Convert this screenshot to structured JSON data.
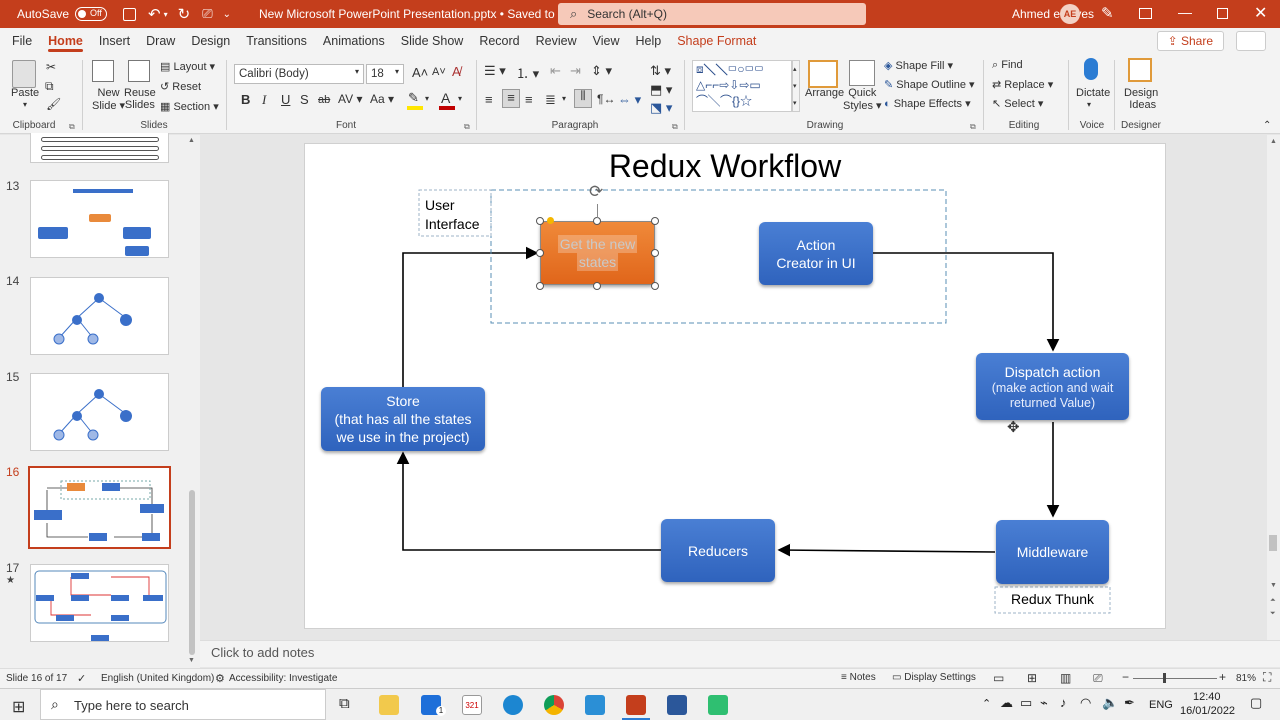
{
  "titlebar": {
    "autosave": "AutoSave",
    "toggle": "Off",
    "doc_title": "New Microsoft PowerPoint Presentation.pptx • Saved to this PC",
    "search_placeholder": "Search (Alt+Q)",
    "user": "Ahmed elsayes",
    "initials": "AE"
  },
  "menu": {
    "tabs": [
      "File",
      "Home",
      "Insert",
      "Draw",
      "Design",
      "Transitions",
      "Animations",
      "Slide Show",
      "Record",
      "Review",
      "View",
      "Help",
      "Shape Format"
    ],
    "share": "Share"
  },
  "ribbon": {
    "clipboard": {
      "paste": "Paste",
      "label": "Clipboard"
    },
    "slides": {
      "new_slide_1": "New",
      "new_slide_2": "Slide",
      "reuse_1": "Reuse",
      "reuse_2": "Slides",
      "layout": "Layout",
      "reset": "Reset",
      "section": "Section",
      "label": "Slides"
    },
    "font": {
      "name": "Calibri (Body)",
      "size": "18",
      "label": "Font",
      "bold": "B",
      "italic": "I",
      "underline": "U",
      "strike": "ab"
    },
    "paragraph": {
      "label": "Paragraph"
    },
    "drawing": {
      "arrange": "Arrange",
      "quick_1": "Quick",
      "quick_2": "Styles",
      "fill": "Shape Fill",
      "outline": "Shape Outline",
      "effects": "Shape Effects",
      "label": "Drawing"
    },
    "editing": {
      "find": "Find",
      "replace": "Replace",
      "select": "Select",
      "label": "Editing"
    },
    "voice": {
      "dictate": "Dictate",
      "label": "Voice"
    },
    "designer": {
      "ideas_1": "Design",
      "ideas_2": "Ideas",
      "label": "Designer"
    }
  },
  "thumbnails": [
    {
      "num": "13"
    },
    {
      "num": "14"
    },
    {
      "num": "15"
    },
    {
      "num": "16"
    },
    {
      "num": "17"
    }
  ],
  "slide": {
    "title": "Redux Workflow",
    "ui_label_1": "User",
    "ui_label_2": "Interface",
    "get_states_1": "Get the new",
    "get_states_2": "states",
    "action_1": "Action",
    "action_2": "Creator in UI",
    "dispatch_1": "Dispatch action",
    "dispatch_2": "(make action and wait",
    "dispatch_3": "returned Value)",
    "store_1": "Store",
    "store_2": "(that has all the states",
    "store_3": "we use in the project)",
    "reducers": "Reducers",
    "middleware": "Middleware",
    "thunk": "Redux Thunk"
  },
  "notes_placeholder": "Click to add notes",
  "status": {
    "slide": "Slide 16 of 17",
    "language": "English (United Kingdom)",
    "accessibility": "Accessibility: Investigate",
    "notes": "Notes",
    "display": "Display Settings",
    "zoom": "81%"
  },
  "taskbar": {
    "search": "Type here to search",
    "lang": "ENG",
    "time": "12:40",
    "date": "16/01/2022",
    "mail_badge": "1",
    "calendar_num": "321"
  }
}
